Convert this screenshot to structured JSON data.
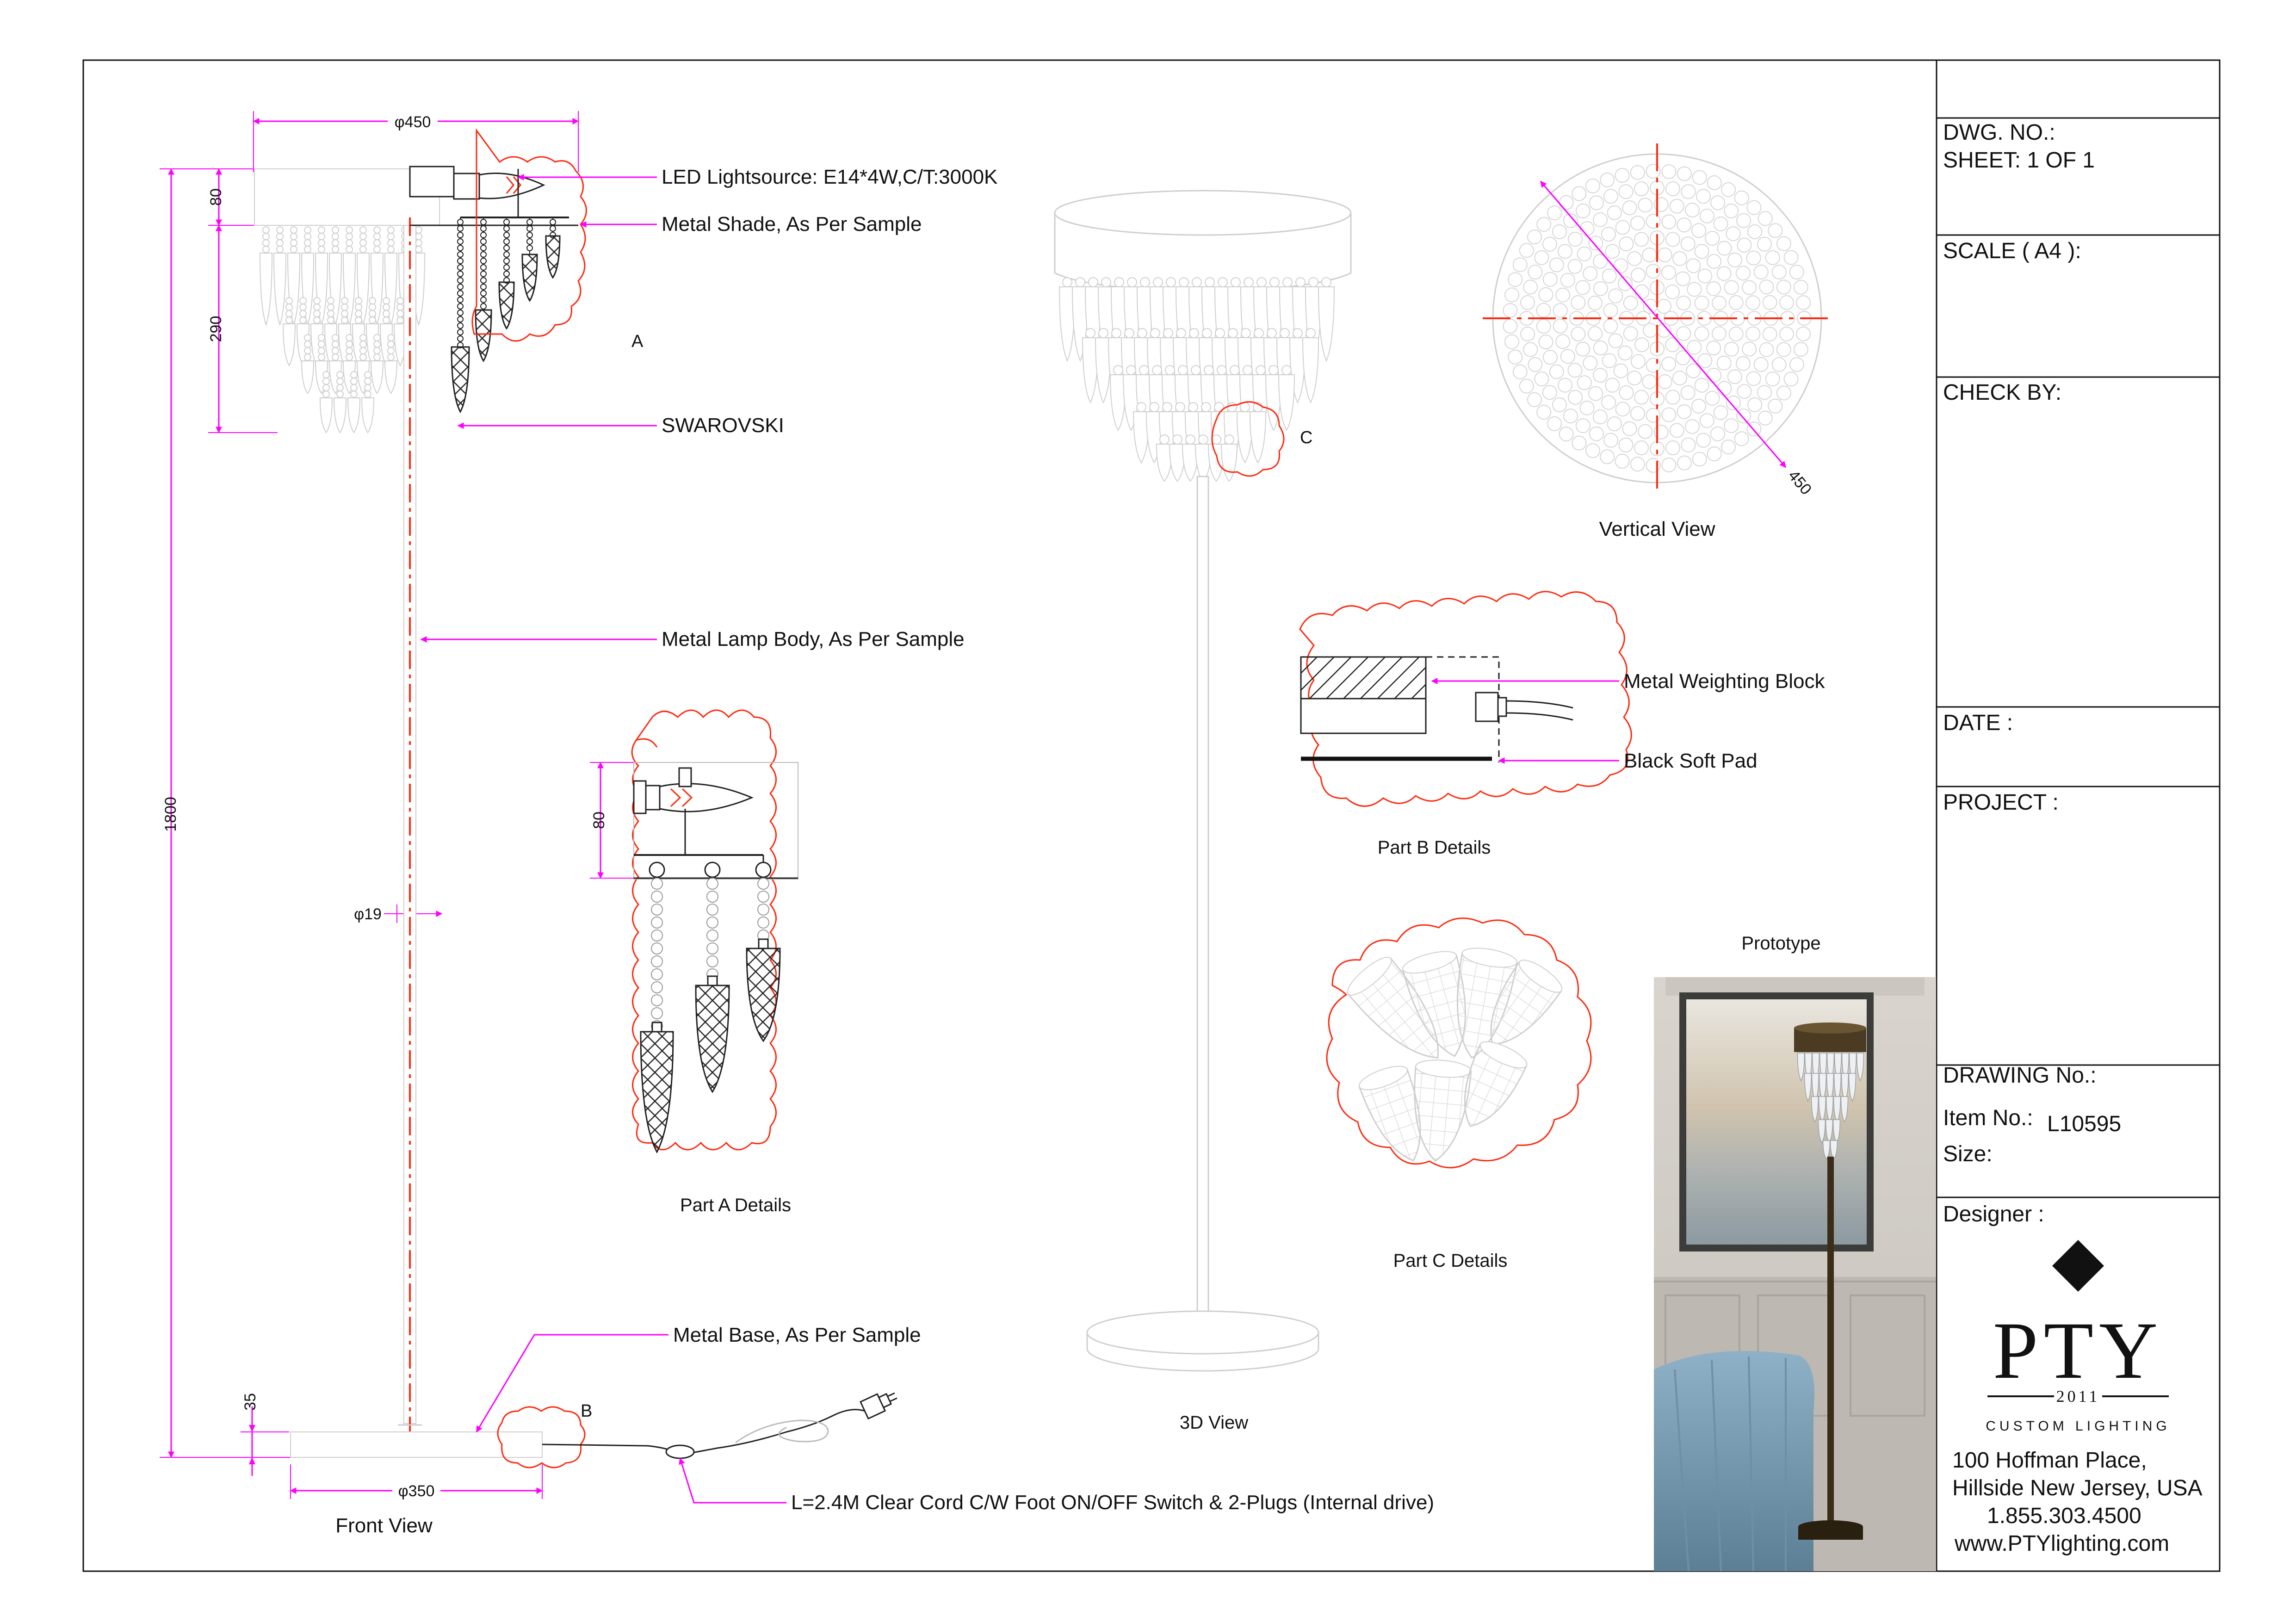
{
  "callouts": {
    "led": "LED Lightsource: E14*4W,C/T:3000K",
    "shade": "Metal Shade, As Per Sample",
    "swarovski": "SWAROVSKI",
    "body": "Metal Lamp Body, As Per Sample",
    "base": "Metal Base, As Per Sample",
    "cord": "L=2.4M Clear Cord C/W Foot ON/OFF Switch & 2-Plugs (Internal drive)",
    "weighting": "Metal Weighting Block",
    "pad": "Black Soft Pad"
  },
  "dimensions": {
    "top_diameter": "φ450",
    "shade_h": "80",
    "crystal_h": "290",
    "total_h": "1800",
    "pole_d": "φ19",
    "base_h": "35",
    "base_d": "φ350",
    "partA_h": "80",
    "vertical_d": "450"
  },
  "markers": {
    "a": "A",
    "b": "B",
    "c": "C"
  },
  "views": {
    "front": "Front View",
    "three_d": "3D View",
    "vertical": "Vertical View",
    "partA": "Part A Details",
    "partB": "Part B Details",
    "partC": "Part C Details",
    "prototype": "Prototype"
  },
  "title_block": {
    "dwg_no": "DWG. NO.:",
    "sheet": "SHEET: 1 OF 1",
    "scale": "SCALE ( A4 ):",
    "check_by": "CHECK BY:",
    "date": "DATE :",
    "project": "PROJECT :",
    "drawing_no": "DRAWING No.:",
    "item_no_label": "Item No.:",
    "item_no": "L10595",
    "size": "Size:",
    "designer": "Designer :",
    "brand": "PTY",
    "year": "2011",
    "tagline": "CUSTOM LIGHTING",
    "address1": "100 Hoffman Place,",
    "address2": "Hillside New Jersey, USA",
    "phone": "1.855.303.4500",
    "web": "www.PTYlighting.com"
  },
  "colors": {
    "callout": "#ff00ff",
    "centerline": "#ff2a10",
    "outline": "#c8c8c8"
  }
}
